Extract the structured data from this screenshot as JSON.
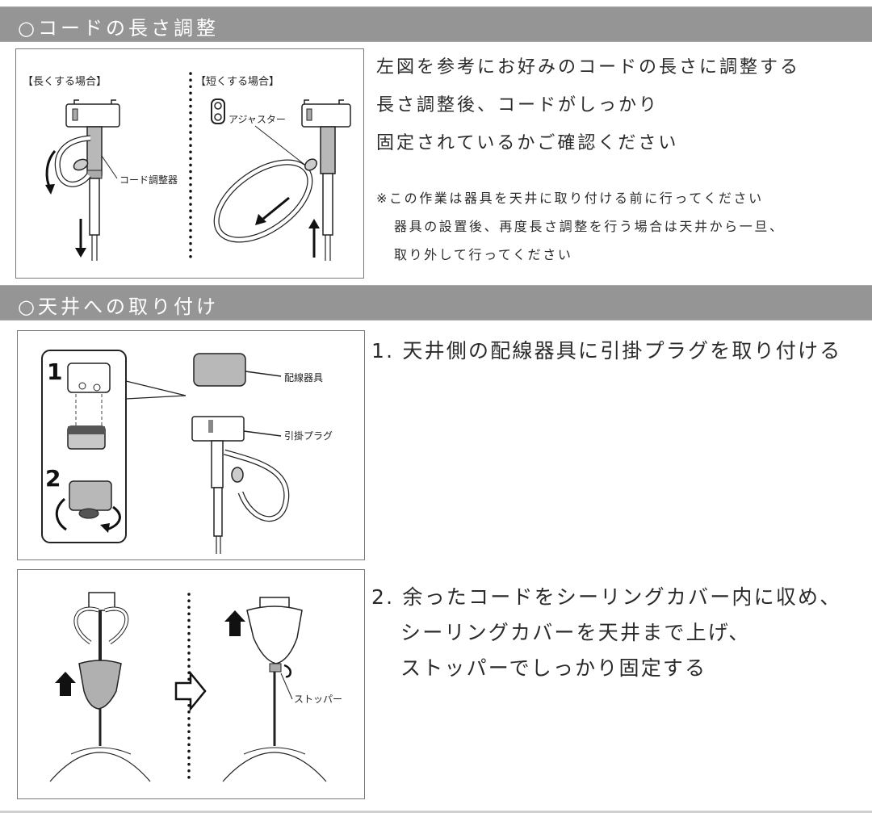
{
  "colors": {
    "section_bar_bg": "#959595",
    "section_bar_text": "#ffffff",
    "figure_border": "#7a7a7a",
    "body_text": "#2a2a2a",
    "part_gray": "#b8b8b8"
  },
  "section1": {
    "title": "○コードの長さ調整",
    "figure": {
      "label_lengthen": "【長くする場合】",
      "label_shorten": "【短くする場合】",
      "callout_cord_adjuster": "コード調整器",
      "callout_adjuster": "アジャスター"
    },
    "instructions": [
      "左図を参考にお好みのコードの長さに調整する",
      "長さ調整後、コードがしっかり",
      "固定されているかご確認ください"
    ],
    "notes": [
      "※この作業は器具を天井に取り付ける前に行ってください",
      "器具の設置後、再度長さ調整を行う場合は天井から一旦、",
      "取り外して行ってください"
    ]
  },
  "section2": {
    "title": "○天井への取り付け",
    "step1": {
      "figure": {
        "inset_step_1": "1",
        "inset_step_2": "2",
        "callout_wiring_fixture": "配線器具",
        "callout_hook_plug": "引掛プラグ"
      },
      "text": "1. 天井側の配線器具に引掛プラグを取り付ける"
    },
    "step2": {
      "figure": {
        "callout_stopper": "ストッパー"
      },
      "text_lines": [
        "2. 余ったコードをシーリングカバー内に収め、",
        "シーリングカバーを天井まで上げ、",
        "ストッパーでしっかり固定する"
      ]
    }
  }
}
